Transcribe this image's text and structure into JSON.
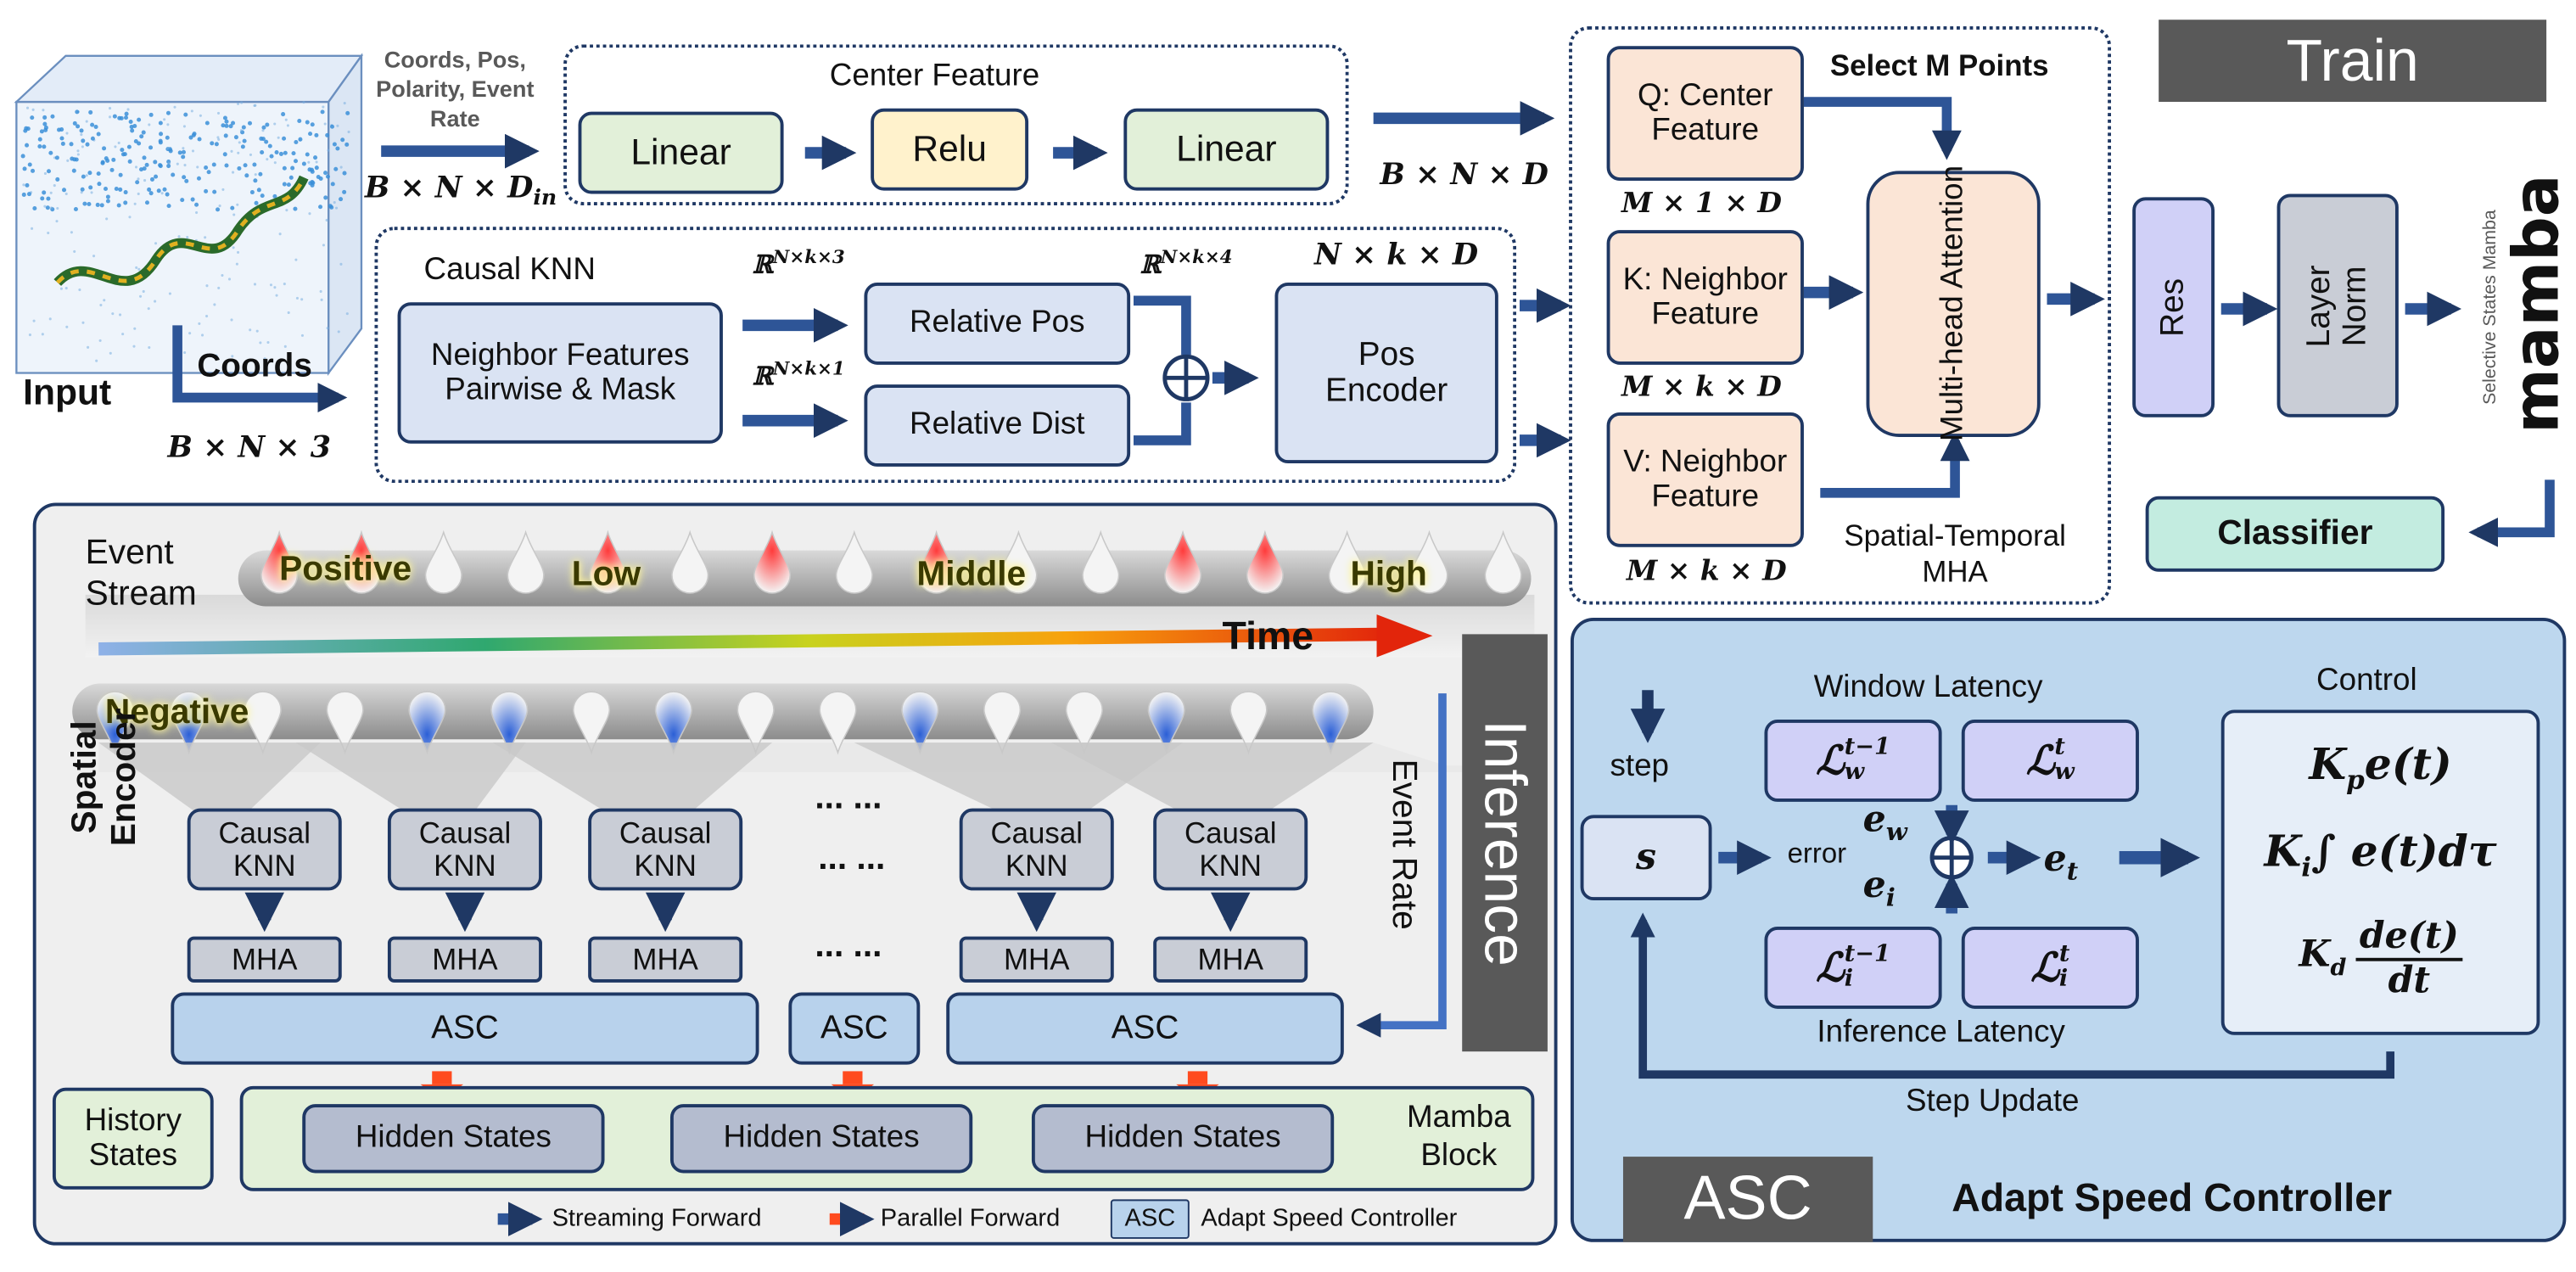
{
  "colors": {
    "navy": "#1f3864",
    "arrow": "#2e5597",
    "red_arrow": "#ff4b1f",
    "dark_label": "#595959"
  },
  "input": {
    "label": "Input",
    "input_text": "Coords, Pos, Polarity, Event Rate",
    "shape_in": "B × N × D",
    "shape_in_sub": "in",
    "coords": "Coords",
    "shape_coords": "B × N × 3"
  },
  "center": {
    "title": "Center Feature",
    "linear1": "Linear",
    "relu": "Relu",
    "linear2": "Linear",
    "out_shape": "B × N × D"
  },
  "knn": {
    "title": "Causal KNN",
    "neighbor": "Neighbor Features Pairwise & Mask",
    "r_k3": "ℝ",
    "r_k3_sup": "N×k×3",
    "r_k1": "ℝ",
    "r_k1_sup": "N×k×1",
    "r_k4": "ℝ",
    "r_k4_sup": "N×k×4",
    "rel_pos": "Relative Pos",
    "rel_dist": "Relative Dist",
    "nkd": "N × k × D",
    "pos_enc": "Pos Encoder",
    "oplus": "⊕"
  },
  "attention": {
    "select": "Select M Points",
    "q": "Q: Center Feature",
    "k": "K: Neighbor Feature",
    "v": "V: Neighbor Feature",
    "q_shape": "M × 1 × D",
    "k_shape": "M × k × D",
    "v_shape": "M × k × D",
    "mha": "Multi-head Attention",
    "st_mha": "Spatial-Temporal MHA"
  },
  "train": {
    "label": "Train",
    "res": "Res",
    "layernorm": "Layer Norm",
    "mamba_small": "Selective States Mamba",
    "mamba_logo": "mamba",
    "classifier": "Classifier"
  },
  "inference_panel": {
    "event_stream": "Event Stream",
    "positive": "Positive",
    "low": "Low",
    "middle": "Middle",
    "high": "High",
    "time": "Time",
    "negative": "Negative",
    "spatial_encoder": "Spatial Encoder",
    "causal_knn": "Causal KNN",
    "mha": "MHA",
    "dots": "... ...",
    "asc": "ASC",
    "event_rate": "Event Rate",
    "inference": "Inference",
    "history": "History States",
    "hidden": "Hidden States",
    "mamba_block": "Mamba Block",
    "legend": {
      "stream": "Streaming Forward",
      "parallel": "Parallel Forward",
      "asc_box": "ASC",
      "asc_text": "Adapt Speed Controller"
    }
  },
  "asc_panel": {
    "window_latency": "Window Latency",
    "inference_latency": "Inference Latency",
    "control": "Control",
    "step": "step",
    "s": "s",
    "error": "error",
    "ew": "e",
    "ew_sub": "w",
    "ei": "e",
    "ei_sub": "i",
    "et": "e",
    "et_sub": "t",
    "lw_prev": "ℒ",
    "lw_prev_sub": "w",
    "lw_prev_sup": "t−1",
    "lw": "ℒ",
    "lw_sub": "w",
    "lw_sup": "t",
    "li_prev": "ℒ",
    "li_prev_sub": "i",
    "li_prev_sup": "t−1",
    "li": "ℒ",
    "li_sub": "i",
    "li_sup": "t",
    "kp": "K",
    "kp_sub": "p",
    "kp_rest": "e(t)",
    "ki": "K",
    "ki_sub": "i",
    "ki_rest": "∫ e(t)dτ",
    "kd": "K",
    "kd_sub": "d",
    "kd_num": "de(t)",
    "kd_den": "dt",
    "step_update": "Step Update",
    "asc_label": "ASC",
    "title": "Adapt Speed Controller"
  }
}
